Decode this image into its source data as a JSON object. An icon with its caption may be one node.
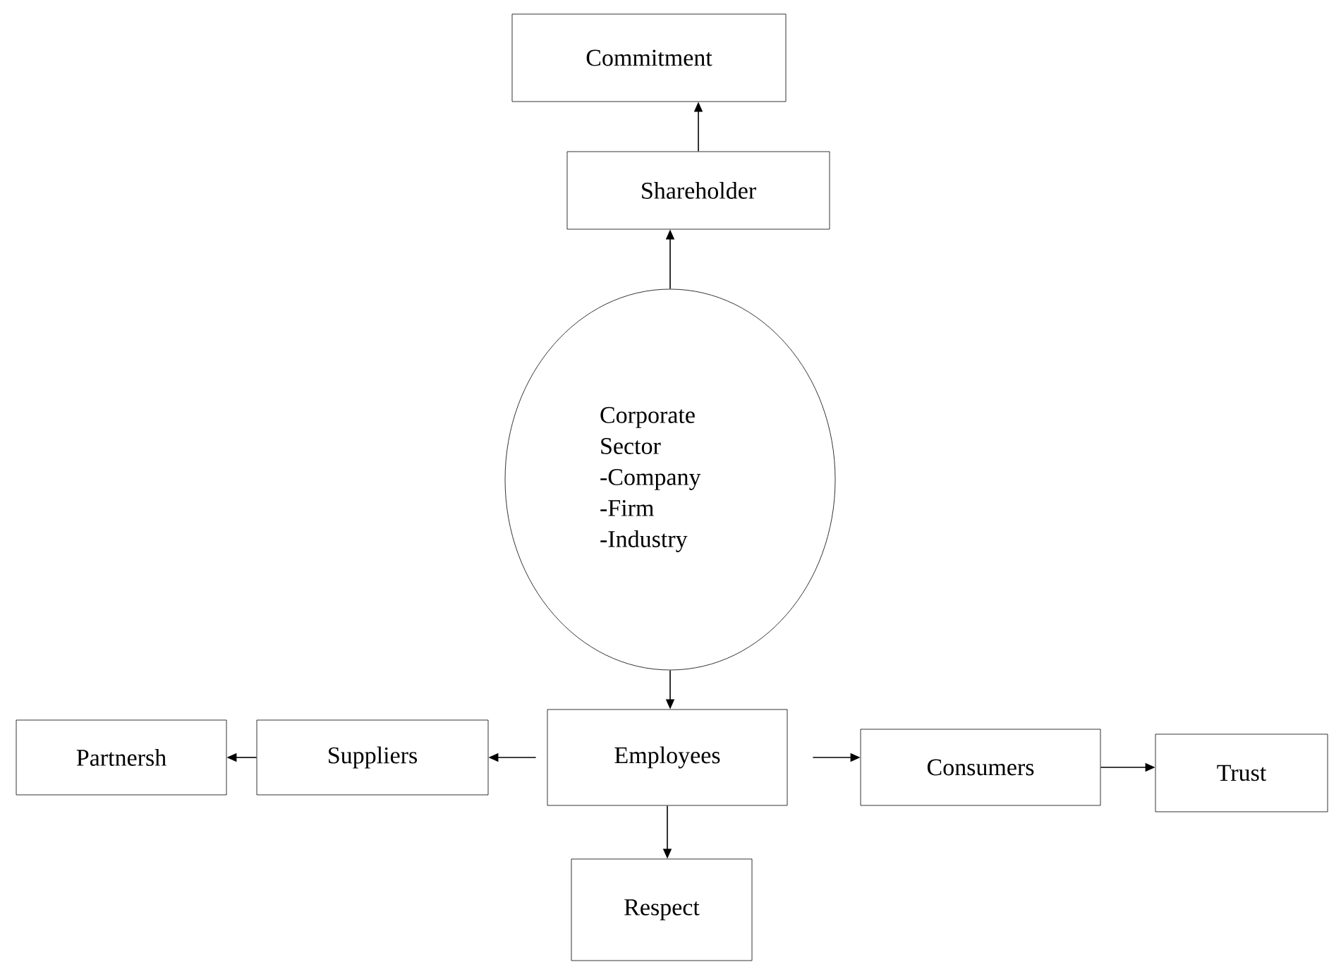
{
  "diagram": {
    "nodes": [
      {
        "text": [
          "Commitment"
        ]
      },
      {
        "text": [
          "Shareholder"
        ]
      },
      {
        "text": [
          "Corporate Sector -Company -Firm -Industry"
        ]
      },
      {
        "text": [
          "Employees"
        ]
      },
      {
        "text": [
          "Suppliers"
        ]
      },
      {
        "text": [
          "Partnersh"
        ]
      },
      {
        "text": [
          "Consumers"
        ]
      },
      {
        "text": [
          "Trust"
        ]
      },
      {
        "text": [
          "Respect"
        ]
      }
    ],
    "edges": [
      {
        "from": 2,
        "to": 1,
        "arrow": "to"
      },
      {
        "from": 1,
        "to": 0,
        "arrow": "to"
      },
      {
        "from": 2,
        "to": 3,
        "arrow": "to"
      },
      {
        "from": 3,
        "to": 4,
        "arrow": "to"
      },
      {
        "from": 4,
        "to": 5,
        "arrow": "to"
      },
      {
        "from": 3,
        "to": 6,
        "arrow": "to"
      },
      {
        "from": 6,
        "to": 7,
        "arrow": "to"
      },
      {
        "from": 3,
        "to": 8,
        "arrow": "to"
      }
    ]
  }
}
